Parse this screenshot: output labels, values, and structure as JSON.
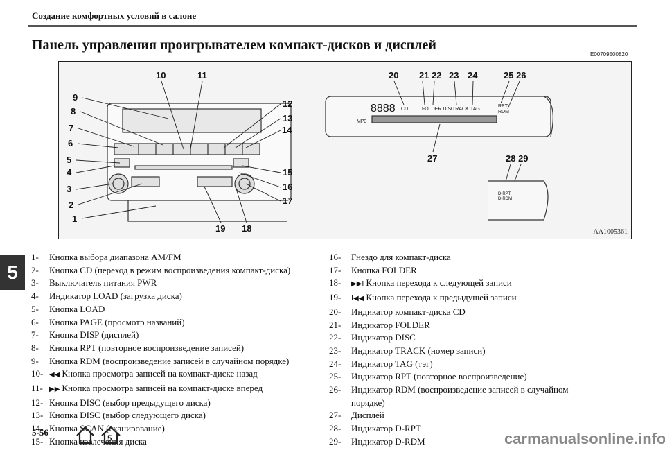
{
  "header": {
    "section": "Создание комфортных условий в салоне"
  },
  "title": {
    "text": "Панель управления проигрывателем компакт-дисков и дисплей",
    "code": "E00709500820"
  },
  "figure": {
    "code": "AA1005361",
    "left_numbers": [
      "9",
      "8",
      "7",
      "6",
      "5",
      "4",
      "3",
      "2",
      "1"
    ],
    "top_numbers": [
      "10",
      "11"
    ],
    "right_numbers": [
      "12",
      "13",
      "14",
      "15",
      "16",
      "17"
    ],
    "bottom_numbers": [
      "19",
      "18"
    ],
    "display_top_numbers": [
      "20",
      "21 22",
      "23",
      "24",
      "25 26"
    ],
    "display_bottom_number": "27",
    "small_display_numbers": "28 29",
    "display_text": {
      "digits": "8888",
      "mp3": "MP3",
      "cd": "CD",
      "folder_disc": "FOLDER DISC",
      "track": "TRACK",
      "tag": "TAG",
      "rpt": "RPT",
      "rdm": "RDM",
      "drpt": "D-RPT",
      "drdm": "D-RDM"
    }
  },
  "chapter_tab": "5",
  "list_left": [
    {
      "n": "1-",
      "t": "Кнопка выбора диапазона AM/FM"
    },
    {
      "n": "2-",
      "t": "Кнопка CD (переход в режим воспроизведения компакт-диска)"
    },
    {
      "n": "3-",
      "t": "Выключатель питания PWR"
    },
    {
      "n": "4-",
      "t": "Индикатор LOAD (загрузка диска)"
    },
    {
      "n": "5-",
      "t": "Кнопка LOAD"
    },
    {
      "n": "6-",
      "t": "Кнопка PAGE (просмотр названий)"
    },
    {
      "n": "7-",
      "t": "Кнопка DISP (дисплей)"
    },
    {
      "n": "8-",
      "t": "Кнопка RPT (повторное воспроизведение записей)"
    },
    {
      "n": "9-",
      "t": "Кнопка RDM (воспроизведение записей в случайном порядке)"
    },
    {
      "n": "10-",
      "g": "◀◀",
      "t": "Кнопка просмотра записей на компакт-диске назад"
    },
    {
      "n": "11-",
      "g": "▶▶",
      "t": "Кнопка просмотра записей на компакт-диске вперед"
    },
    {
      "n": "12-",
      "t": "Кнопка DISC (выбор предыдущего диска)"
    },
    {
      "n": "13-",
      "t": "Кнопка DISC (выбор следующего диска)"
    },
    {
      "n": "14-",
      "t": "Кнопка SCAN (сканирование)"
    },
    {
      "n": "15-",
      "t": "Кнопка извлечения диска"
    }
  ],
  "list_right": [
    {
      "n": "16-",
      "t": "Гнездо для компакт-диска"
    },
    {
      "n": "17-",
      "t": "Кнопка FOLDER"
    },
    {
      "n": "18-",
      "g": "▶▶I",
      "t": "Кнопка перехода к следующей записи"
    },
    {
      "n": "19-",
      "g": "I◀◀",
      "t": "Кнопка перехода к предыдущей записи"
    },
    {
      "n": "20-",
      "t": "Индикатор компакт-диска CD"
    },
    {
      "n": "21-",
      "t": "Индикатор FOLDER"
    },
    {
      "n": "22-",
      "t": "Индикатор DISC"
    },
    {
      "n": "23-",
      "t": "Индикатор TRACK (номер записи)"
    },
    {
      "n": "24-",
      "t": "Индикатор TAG (тэг)"
    },
    {
      "n": "25-",
      "t": "Индикатор RPT (повторное воспроизведение)"
    },
    {
      "n": "26-",
      "t": "Индикатор RDM (воспроизведение записей в случайном"
    },
    {
      "n": "",
      "t": "порядке)"
    },
    {
      "n": "27-",
      "t": "Дисплей"
    },
    {
      "n": "28-",
      "t": "Индикатор D-RPT"
    },
    {
      "n": "29-",
      "t": "Индикатор D-RDM"
    }
  ],
  "footer": {
    "page": "5-56",
    "chapter_badge": "5",
    "watermark": "carmanualsonline.info"
  }
}
